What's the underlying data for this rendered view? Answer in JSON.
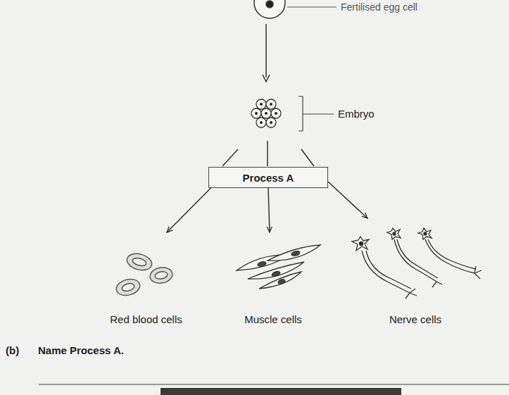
{
  "diagram": {
    "nodes": [
      {
        "text": [
          "Process A"
        ]
      },
      {
        "text": [
          "Red blood cells"
        ]
      },
      {
        "text": [
          "Muscle cells"
        ]
      },
      {
        "text": [
          "Nerve cells"
        ]
      }
    ],
    "edges": [
      {
        "from": 0,
        "to": 1,
        "arrow": "to"
      },
      {
        "from": 0,
        "to": 2,
        "arrow": "to"
      },
      {
        "from": 0,
        "to": 3,
        "arrow": "to"
      }
    ],
    "labels": [
      "Fertilised egg cell",
      "Embryo",
      "(b)",
      "Name Process A."
    ]
  }
}
